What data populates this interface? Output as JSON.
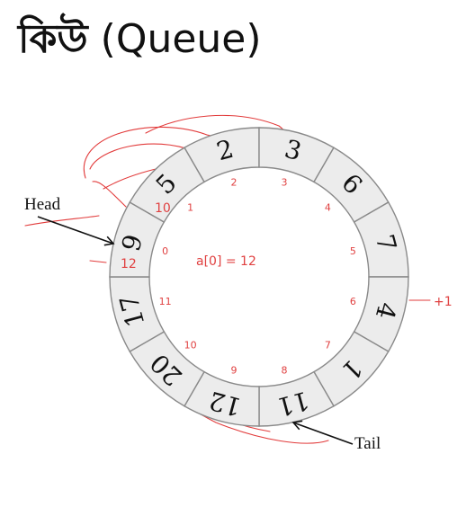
{
  "title": {
    "bengali": "কিউ",
    "english": "(Queue)"
  },
  "slots": [
    {
      "value": "2",
      "index": "2"
    },
    {
      "value": "3",
      "index": "3"
    },
    {
      "value": "6",
      "index": "4"
    },
    {
      "value": "7",
      "index": "5"
    },
    {
      "value": "4",
      "index": "6"
    },
    {
      "value": "1",
      "index": "7"
    },
    {
      "value": "11",
      "index": "8"
    },
    {
      "value": "12",
      "index": "9"
    },
    {
      "value": "20",
      "index": "10"
    },
    {
      "value": "17",
      "index": "11"
    },
    {
      "value": "9",
      "index": "0"
    },
    {
      "value": "5",
      "index": "1"
    }
  ],
  "head_label": "Head",
  "tail_label": "Tail",
  "note": "a[0] = 12",
  "enqueue_mark": "+1",
  "side_marks": {
    "head_side": "12",
    "slot5_side": "10"
  },
  "colors": {
    "ink": "#e23b3b",
    "cell_fill": "#ececec",
    "cell_stroke": "#8a8a8a"
  }
}
